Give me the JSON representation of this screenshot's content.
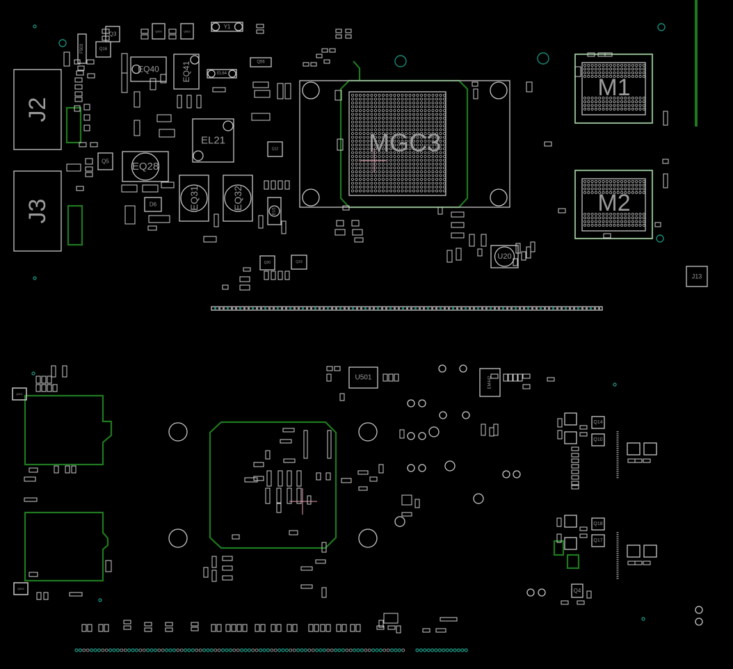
{
  "viewer": {
    "title": "PCB board view"
  },
  "components": {
    "J2": "J2",
    "J3": "J3",
    "EQ40": "EQ40",
    "EQ41": "EQ41",
    "EQ28": "EQ28",
    "EL21": "EL21",
    "EQ31": "EQ31",
    "EQ32": "EQ32",
    "MGC3": "MGC3",
    "M1": "M1",
    "M2": "M2",
    "U20": "U20",
    "J13": "J13",
    "U501": "U501",
    "Y1": "Y1",
    "Q3": "Q3",
    "Q16": "Q16",
    "Q5": "Q5",
    "D6": "D6",
    "EL64": "EL64",
    "Q56": "Q56",
    "F503": "F503",
    "EU1": "EU1",
    "Q14": "Q14",
    "Q10": "Q10",
    "Q18": "Q18",
    "Q17": "Q17",
    "Q4": "Q4",
    "EM442": "EM442",
    "Q501": "Q501",
    "Q502": "Q502",
    "Q12": "Q12",
    "Q19": "Q19",
    "Q20": "Q20",
    "Q862": "Q862",
    "Q860": "Q860"
  },
  "colors": {
    "background": "#000000",
    "outline": "#c8c8c8",
    "copper_keepout": "#1f7a1f",
    "via": "#1a8a78",
    "marker": "#e8a0b0"
  }
}
